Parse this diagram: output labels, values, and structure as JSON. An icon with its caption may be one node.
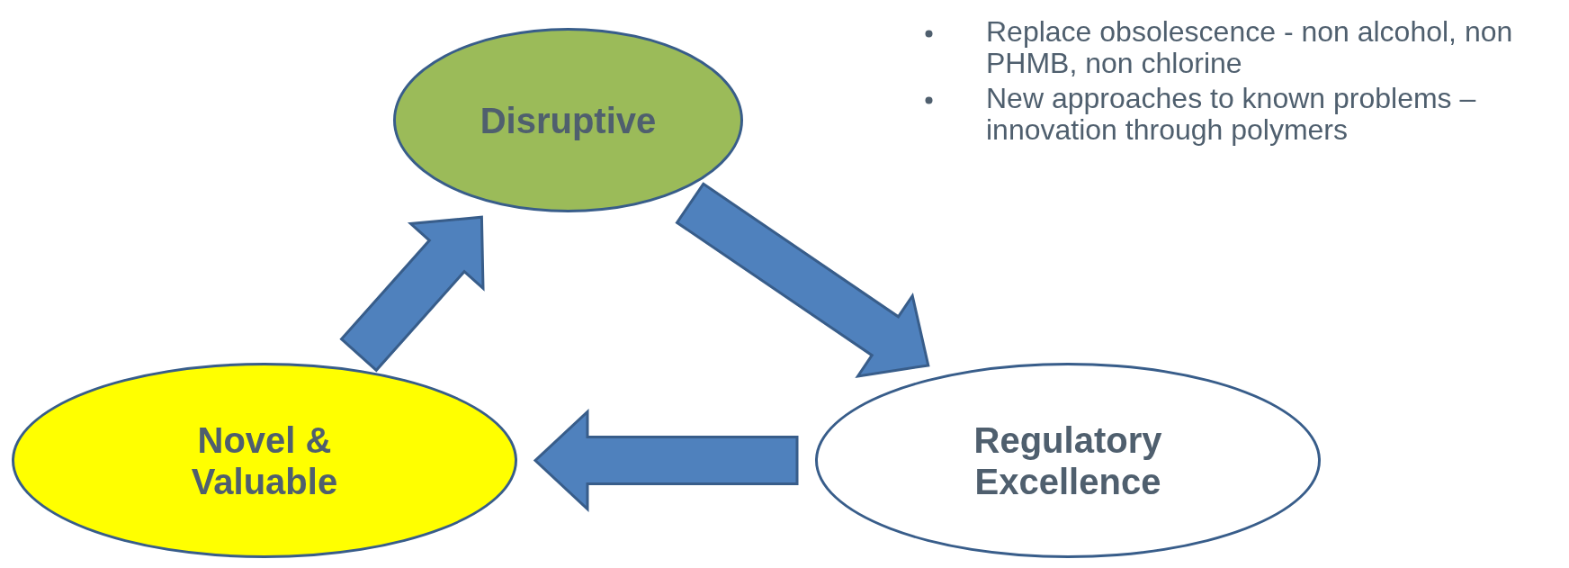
{
  "diagram": {
    "nodes": [
      {
        "text": [
          "Disruptive"
        ]
      },
      {
        "text": [
          "Regulatory Excellence"
        ]
      },
      {
        "text": [
          "Novel & Valuable"
        ]
      }
    ],
    "edges": [
      {
        "from": 2,
        "to": 0,
        "arrow": "to"
      },
      {
        "from": 0,
        "to": 1,
        "arrow": "to"
      },
      {
        "from": 1,
        "to": 2,
        "arrow": "to"
      }
    ],
    "labels": [
      "Replace obsolescence - non alcohol, non PHMB, non chlorine",
      "New approaches to known problems – innovation through polymers"
    ]
  }
}
